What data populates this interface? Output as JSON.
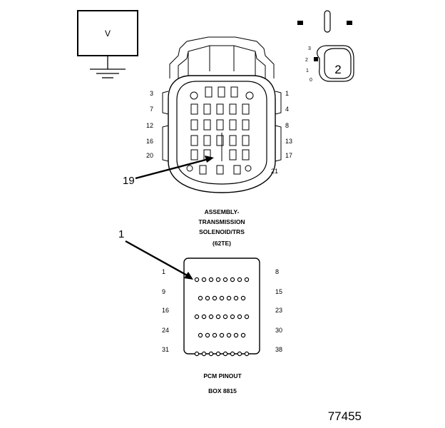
{
  "meter": {
    "unit_label": "V"
  },
  "selector": {
    "setting_label": "2",
    "scale": [
      "3",
      "2",
      "1",
      "0"
    ]
  },
  "connector": {
    "left_pins": [
      "3",
      "7",
      "12",
      "16",
      "20"
    ],
    "right_pins": [
      "1",
      "4",
      "8",
      "13",
      "17"
    ],
    "bottom_pin": "21",
    "callout": "19",
    "caption_lines": [
      "ASSEMBLY-",
      "TRANSMISSION",
      "SOLENOID/TRS",
      "(62TE)"
    ]
  },
  "pinout": {
    "left_pins": [
      "1",
      "9",
      "16",
      "24",
      "31"
    ],
    "right_pins": [
      "8",
      "15",
      "23",
      "30",
      "38"
    ],
    "row_counts": [
      8,
      7,
      8,
      7,
      8
    ],
    "callout": "1",
    "caption_lines": [
      "PCM PINOUT",
      "BOX 8815"
    ]
  },
  "figure_number": "77455"
}
